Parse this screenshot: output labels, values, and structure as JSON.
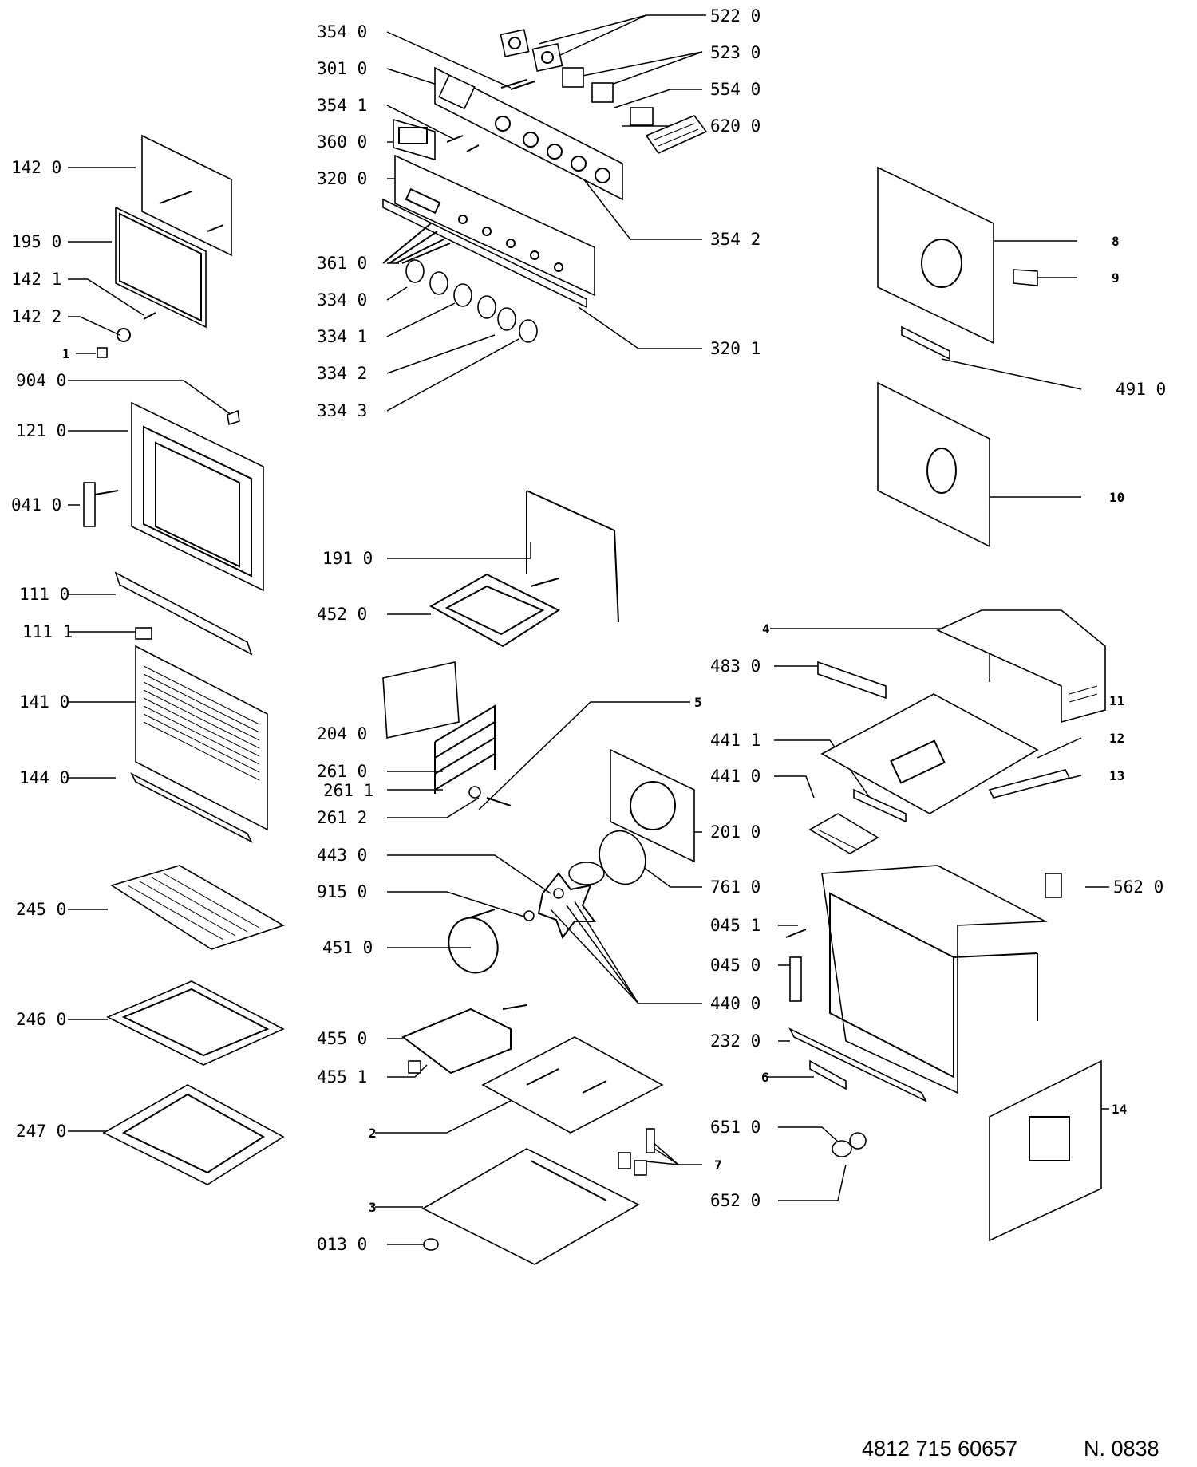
{
  "diagram": {
    "labels": {
      "l522": "522 0",
      "l523": "523 0",
      "l554": "554 0",
      "l620": "620 0",
      "l354a": "354 0",
      "l301": "301 0",
      "l3541": "354 1",
      "l360": "360 0",
      "l320": "320 0",
      "l3542": "354 2",
      "l361": "361 0",
      "l334": "334 0",
      "l3341": "334 1",
      "l3201": "320 1",
      "l3342": "334 2",
      "l3343": "334 3",
      "l1420": "142 0",
      "l195": "195 0",
      "l1421": "142 1",
      "l1422": "142 2",
      "l1": "1",
      "l904": "904 0",
      "l121": "121 0",
      "l041": "041 0",
      "l1110": "111 0",
      "l1111": "111 1",
      "l141": "141 0",
      "l144": "144 0",
      "l245": "245 0",
      "l246": "246 0",
      "l247": "247 0",
      "l191": "191 0",
      "l452": "452 0",
      "l204": "204 0",
      "l2610": "261 0",
      "l2611": "261 1",
      "l2612": "261 2",
      "l443": "443 0",
      "l915": "915 0",
      "l451": "451 0",
      "l4550": "455 0",
      "l4551": "455 1",
      "l2": "2",
      "l3": "3",
      "l013": "013 0",
      "l8": "8",
      "l9": "9",
      "l491": "491 0",
      "l10": "10",
      "l4": "4",
      "l483": "483 0",
      "l11": "11",
      "l5": "5",
      "l4411": "441 1",
      "l4410": "441 0",
      "l12": "12",
      "l13": "13",
      "l201": "201 0",
      "l761": "761 0",
      "l562": "562 0",
      "l0451": "045 1",
      "l0450": "045 0",
      "l440": "440 0",
      "l232": "232 0",
      "l6": "6",
      "l14": "14",
      "l651": "651 0",
      "l7": "7",
      "l652": "652 0"
    },
    "footer": {
      "part_number": "4812 715 60657",
      "sheet": "N. 0838"
    }
  }
}
